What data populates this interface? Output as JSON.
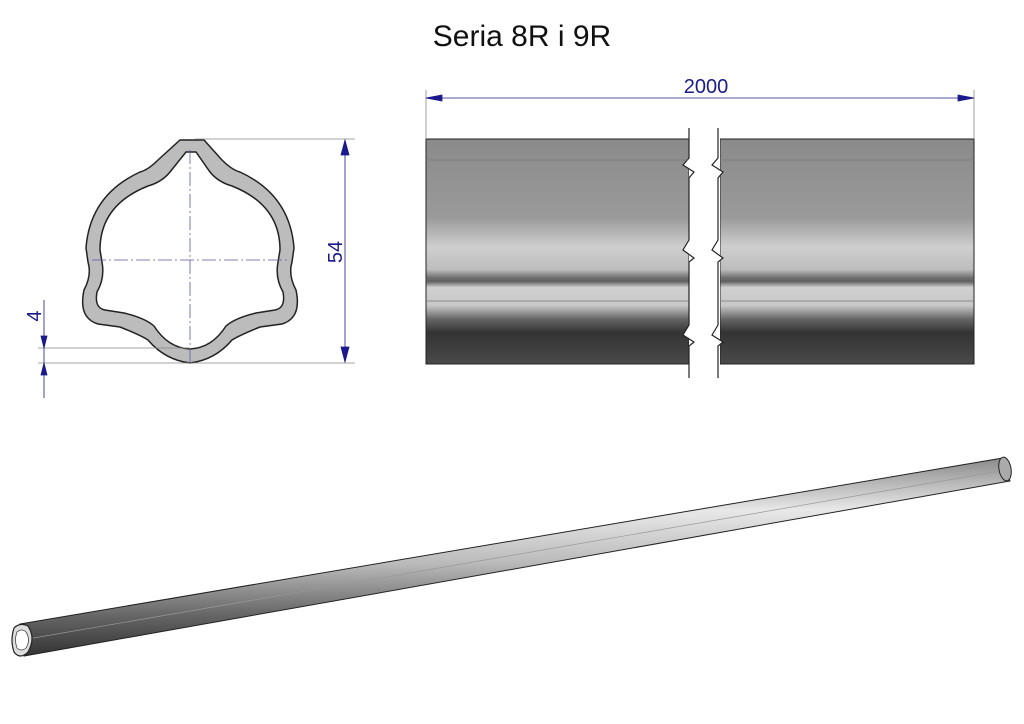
{
  "title": "Seria 8R i 9R",
  "dimensions": {
    "length": "2000",
    "height": "54",
    "wall_thickness": "4"
  },
  "colors": {
    "dimension": "#1a1a8c",
    "profile_fill": "#bcbcbc",
    "outline": "#222222"
  }
}
